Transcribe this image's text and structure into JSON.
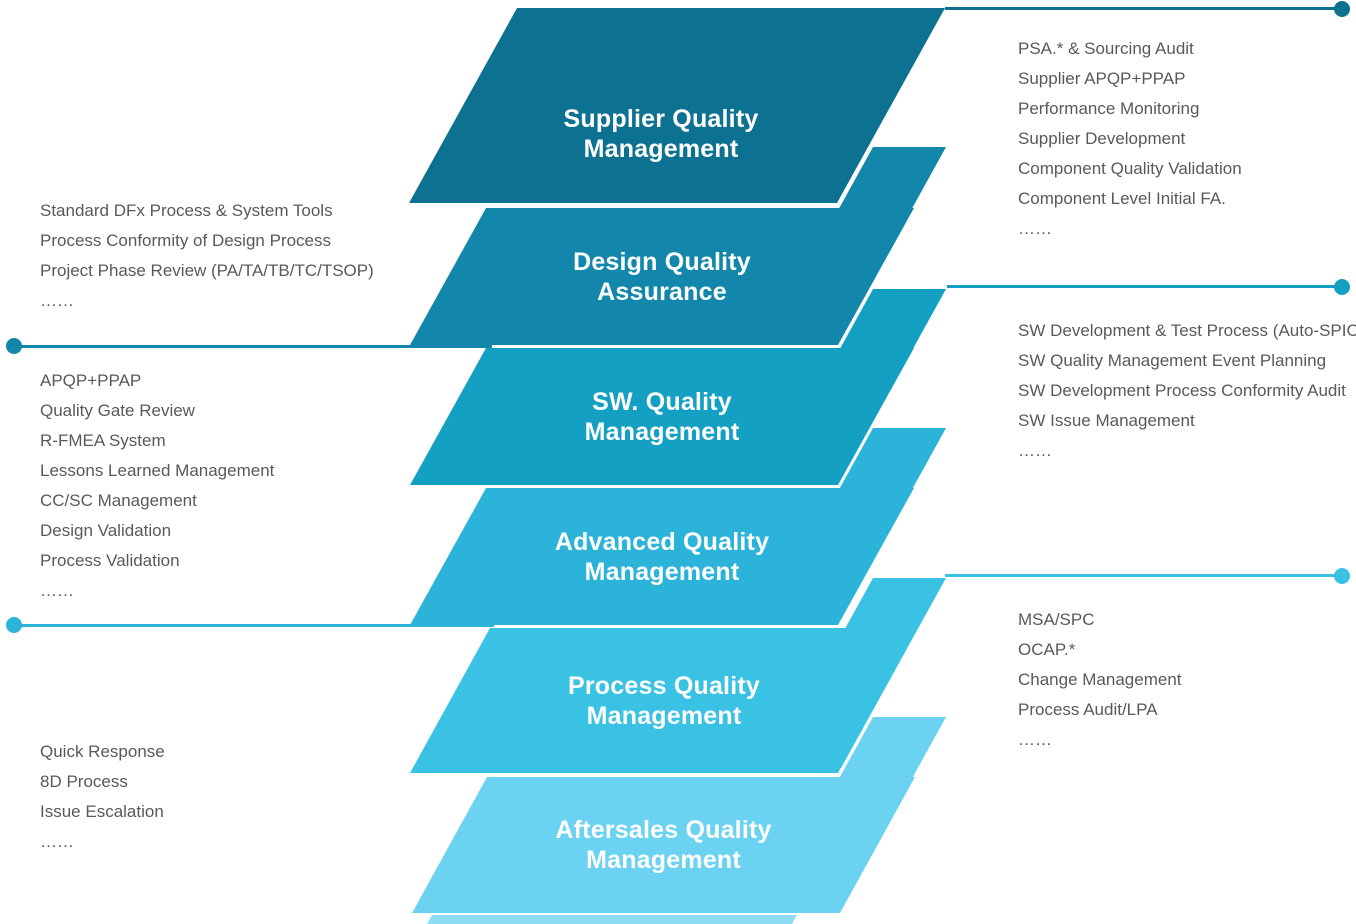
{
  "bands": [
    {
      "label": "Supplier Quality Management",
      "line1": "Supplier Quality",
      "line2": "Management",
      "color": "#0d7291"
    },
    {
      "label": "Design Quality Assurance",
      "line1": "Design Quality",
      "line2": "Assurance",
      "color": "#1287ab"
    },
    {
      "label": "SW. Quality Management",
      "line1": "SW. Quality",
      "line2": "Management",
      "color": "#14a0c3"
    },
    {
      "label": "Advanced Quality Management",
      "line1": "Advanced Quality",
      "line2": "Management",
      "color": "#2bb3d9"
    },
    {
      "label": "Process Quality Management",
      "line1": "Process Quality",
      "line2": "Management",
      "color": "#3ac2e4"
    },
    {
      "label": "Aftersales Quality Management",
      "line1": "Aftersales Quality",
      "line2": "Management",
      "color": "#6bd3f1"
    }
  ],
  "echo_colors": [
    "#1287ab",
    "#14a0c3",
    "#2bb3d9",
    "#3ac2e4",
    "#6bd3f1",
    "#8cddf5"
  ],
  "connectors": [
    {
      "side": "right",
      "color": "#0d7291"
    },
    {
      "side": "left",
      "color": "#1287ab"
    },
    {
      "side": "right",
      "color": "#14a0c3"
    },
    {
      "side": "left",
      "color": "#2bb3d9"
    },
    {
      "side": "right",
      "color": "#3ac2e4"
    }
  ],
  "left_groups": [
    {
      "items": [
        "Standard DFx Process & System Tools",
        "Process Conformity of Design Process",
        "Project Phase Review (PA/TA/TB/TC/TSOP)",
        "……"
      ]
    },
    {
      "items": [
        "APQP+PPAP",
        "Quality Gate Review",
        "R-FMEA System",
        "Lessons Learned Management",
        "CC/SC Management",
        "Design Validation",
        "Process Validation",
        "……"
      ]
    },
    {
      "items": [
        "Quick Response",
        "8D Process",
        "Issue Escalation",
        "……"
      ]
    }
  ],
  "right_groups": [
    {
      "items": [
        "PSA.* & Sourcing Audit",
        "Supplier APQP+PPAP",
        "Performance Monitoring",
        "Supplier Development",
        "Component Quality Validation",
        "Component Level Initial FA.",
        "……"
      ]
    },
    {
      "items": [
        "SW Development & Test Process (Auto-SPICE)",
        "SW Quality Management Event Planning",
        "SW Development Process Conformity Audit",
        "SW Issue Management",
        "……"
      ]
    },
    {
      "items": [
        "MSA/SPC",
        "OCAP.*",
        "Change Management",
        "Process Audit/LPA",
        "……"
      ]
    }
  ]
}
